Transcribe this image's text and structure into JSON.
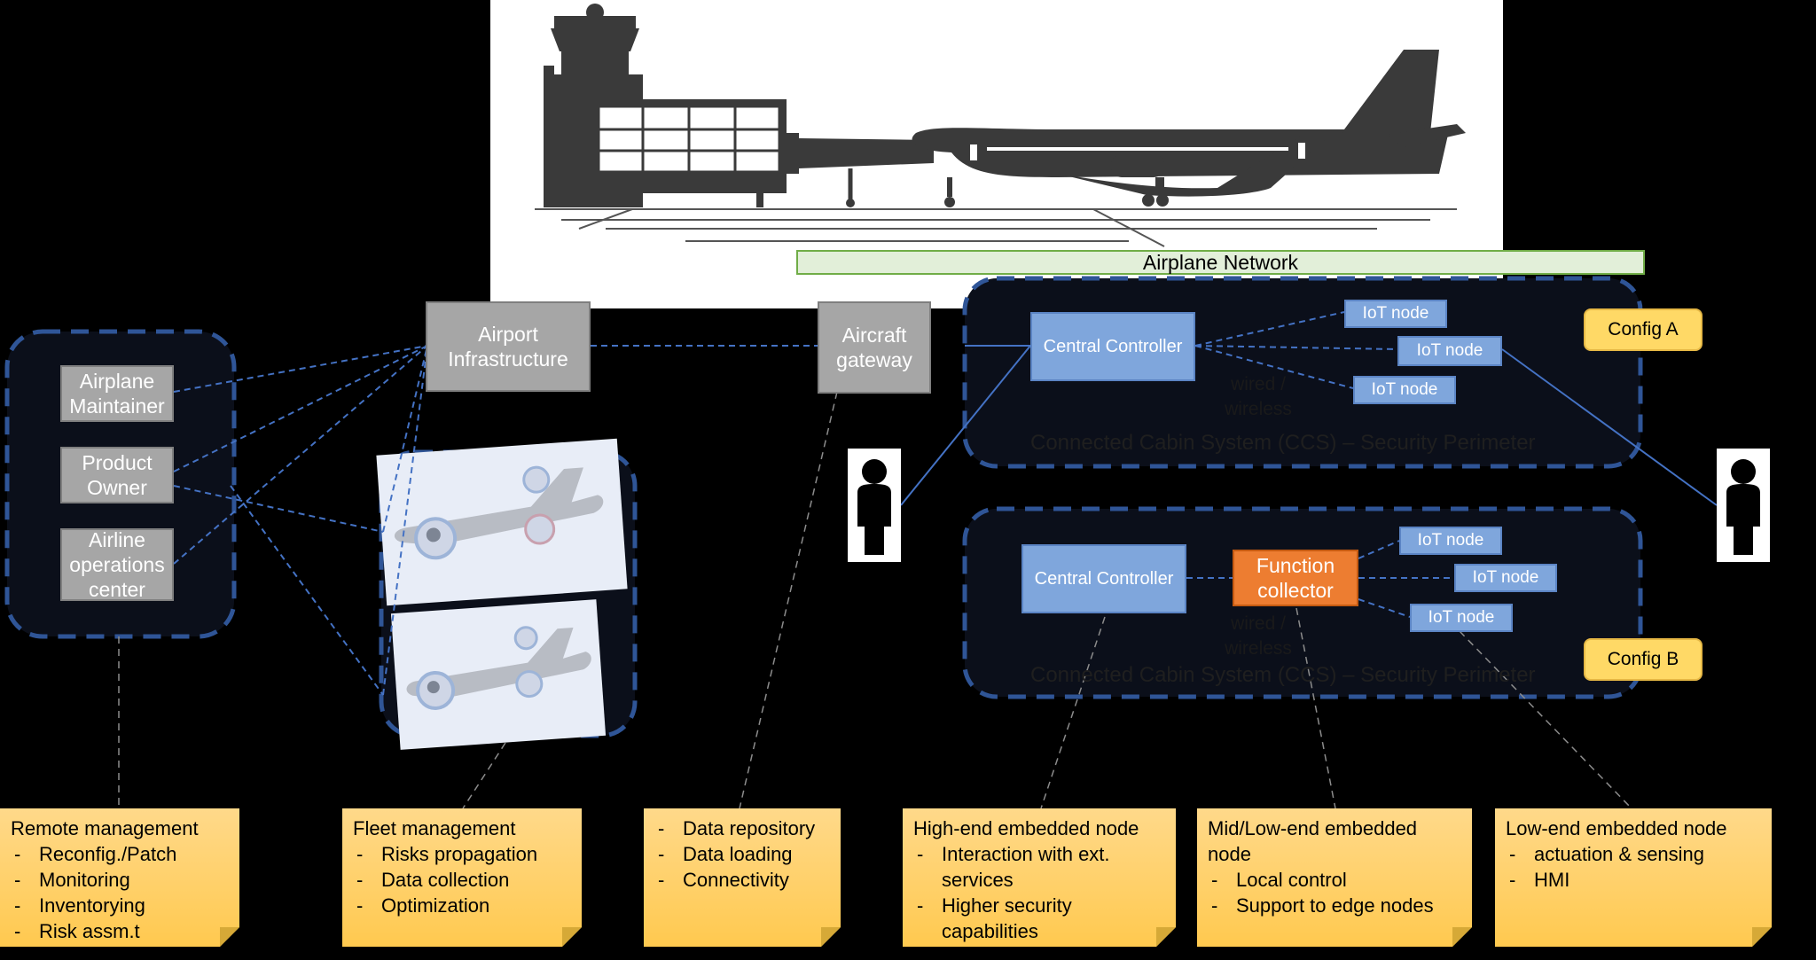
{
  "airplane_network": "Airplane Network",
  "left_group": {
    "nodes": [
      {
        "label": "Airplane\nMaintainer"
      },
      {
        "label": "Product\nOwner"
      },
      {
        "label": "Airline\noperations\ncenter"
      }
    ]
  },
  "airport_infrastructure": "Airport\nInfrastructure",
  "aircraft_gateway": "Aircraft\ngateway",
  "config_a": {
    "label": "Config A",
    "central_controller": "Central Controller",
    "iot_nodes": [
      "IoT node",
      "IoT node",
      "IoT node"
    ],
    "wired_label": "wired /\nwireless",
    "perimeter_label": "Connected Cabin System (CCS) – Security Perimeter"
  },
  "config_b": {
    "label": "Config B",
    "central_controller": "Central Controller",
    "function_collector": "Function\ncollector",
    "iot_nodes": [
      "IoT node",
      "IoT node",
      "IoT node"
    ],
    "wired_label": "wired /\nwireless",
    "perimeter_label": "Connected Cabin System (CCS) – Security Perimeter"
  },
  "notes": [
    {
      "title": "Remote management",
      "items": [
        "Reconfig./Patch",
        "Monitoring",
        "Inventorying",
        "Risk assm.t"
      ]
    },
    {
      "title": "Fleet management",
      "items": [
        "Risks propagation",
        "Data collection",
        "Optimization"
      ]
    },
    {
      "title": "",
      "items": [
        "Data repository",
        "Data loading",
        "Connectivity"
      ]
    },
    {
      "title": "High-end embedded node",
      "items": [
        "Interaction with ext. services",
        "Higher security capabilities"
      ]
    },
    {
      "title": "Mid/Low-end embedded node",
      "items": [
        "Local control",
        "Support to edge nodes"
      ]
    },
    {
      "title": "Low-end embedded node",
      "items": [
        "actuation & sensing",
        "HMI"
      ]
    }
  ],
  "colors": {
    "background": "#000000",
    "perimeter_dash": "#2f5597",
    "connector_line": "#4472c4",
    "controller_fill": "#7fa6dc",
    "collector_fill": "#ed7d31",
    "note_fill": "#ffd966",
    "network_bar_fill": "#e2efd9"
  },
  "icons": [
    "control-tower-icon",
    "airplane-icon",
    "person-icon",
    "airplane-fleet-icon"
  ]
}
